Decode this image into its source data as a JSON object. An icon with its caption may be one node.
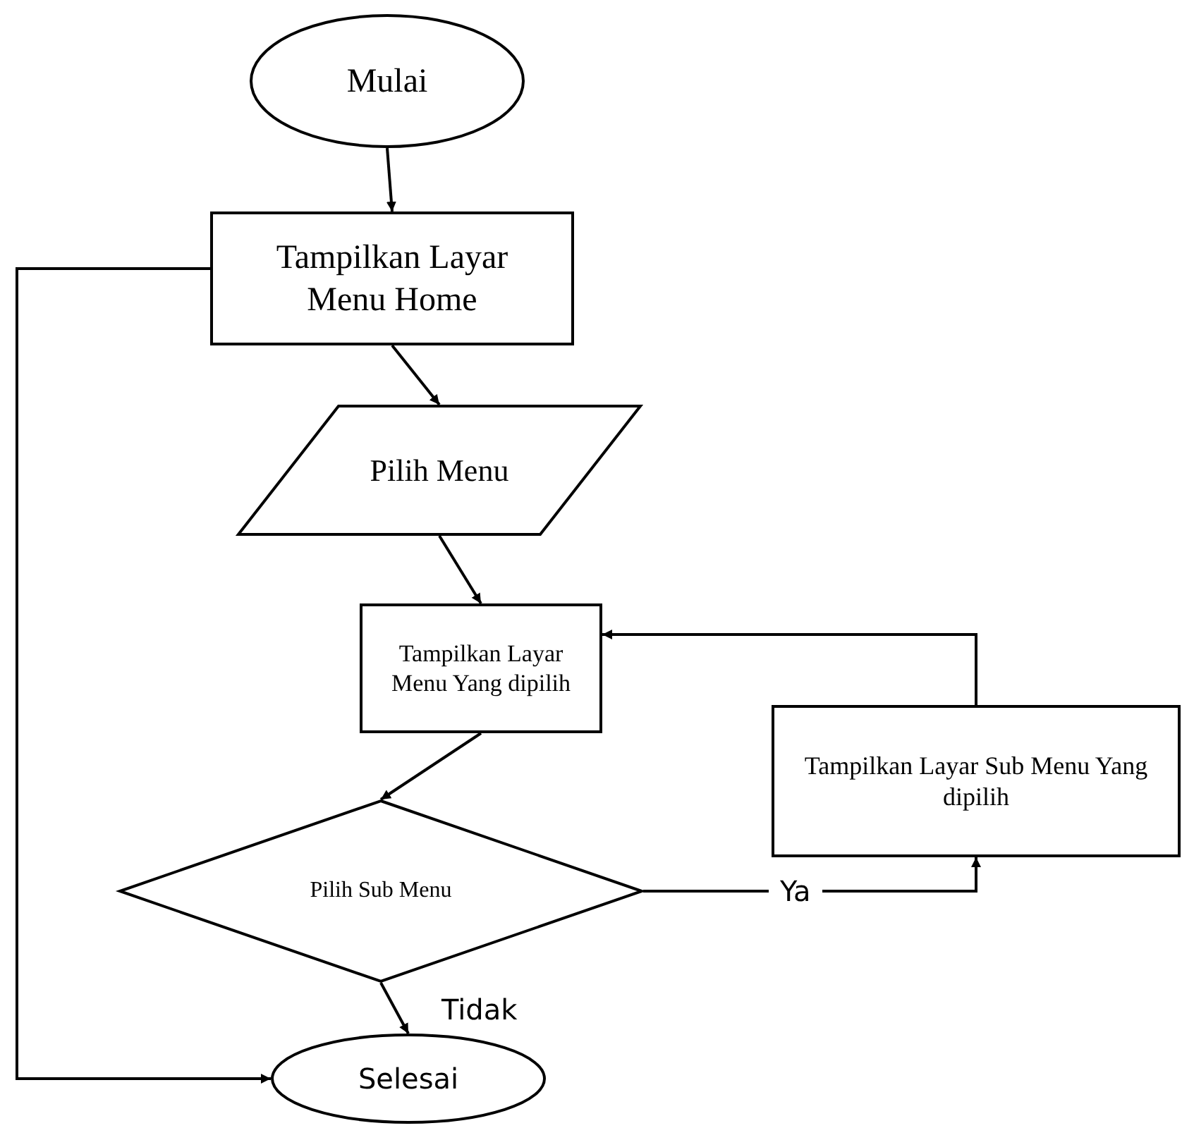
{
  "diagram": {
    "nodes": [
      {
        "text": [
          "Mulai"
        ]
      },
      {
        "text": [
          "Tampilkan Layar Menu Home"
        ]
      },
      {
        "text": [
          "Pilih Menu"
        ]
      },
      {
        "text": [
          "Tampilkan Layar Menu Yang dipilih"
        ]
      },
      {
        "text": [
          "Pilih Sub Menu"
        ]
      },
      {
        "text": [
          "Tampilkan Layar Sub Menu Yang dipilih"
        ]
      },
      {
        "text": [
          "Selesai"
        ]
      }
    ],
    "edges": [
      {
        "from": 0,
        "to": 1,
        "arrow": "to"
      },
      {
        "from": 1,
        "to": 2,
        "arrow": "to"
      },
      {
        "from": 2,
        "to": 3,
        "arrow": "to"
      },
      {
        "from": 3,
        "to": 4,
        "arrow": "to"
      },
      {
        "from": 4,
        "to": 5,
        "arrow": "to",
        "label": "Ya"
      },
      {
        "from": 5,
        "to": 3,
        "arrow": "to"
      },
      {
        "from": 4,
        "to": 6,
        "arrow": "to",
        "label": "Tidak"
      },
      {
        "from": 1,
        "to": 6,
        "arrow": "to"
      }
    ]
  }
}
